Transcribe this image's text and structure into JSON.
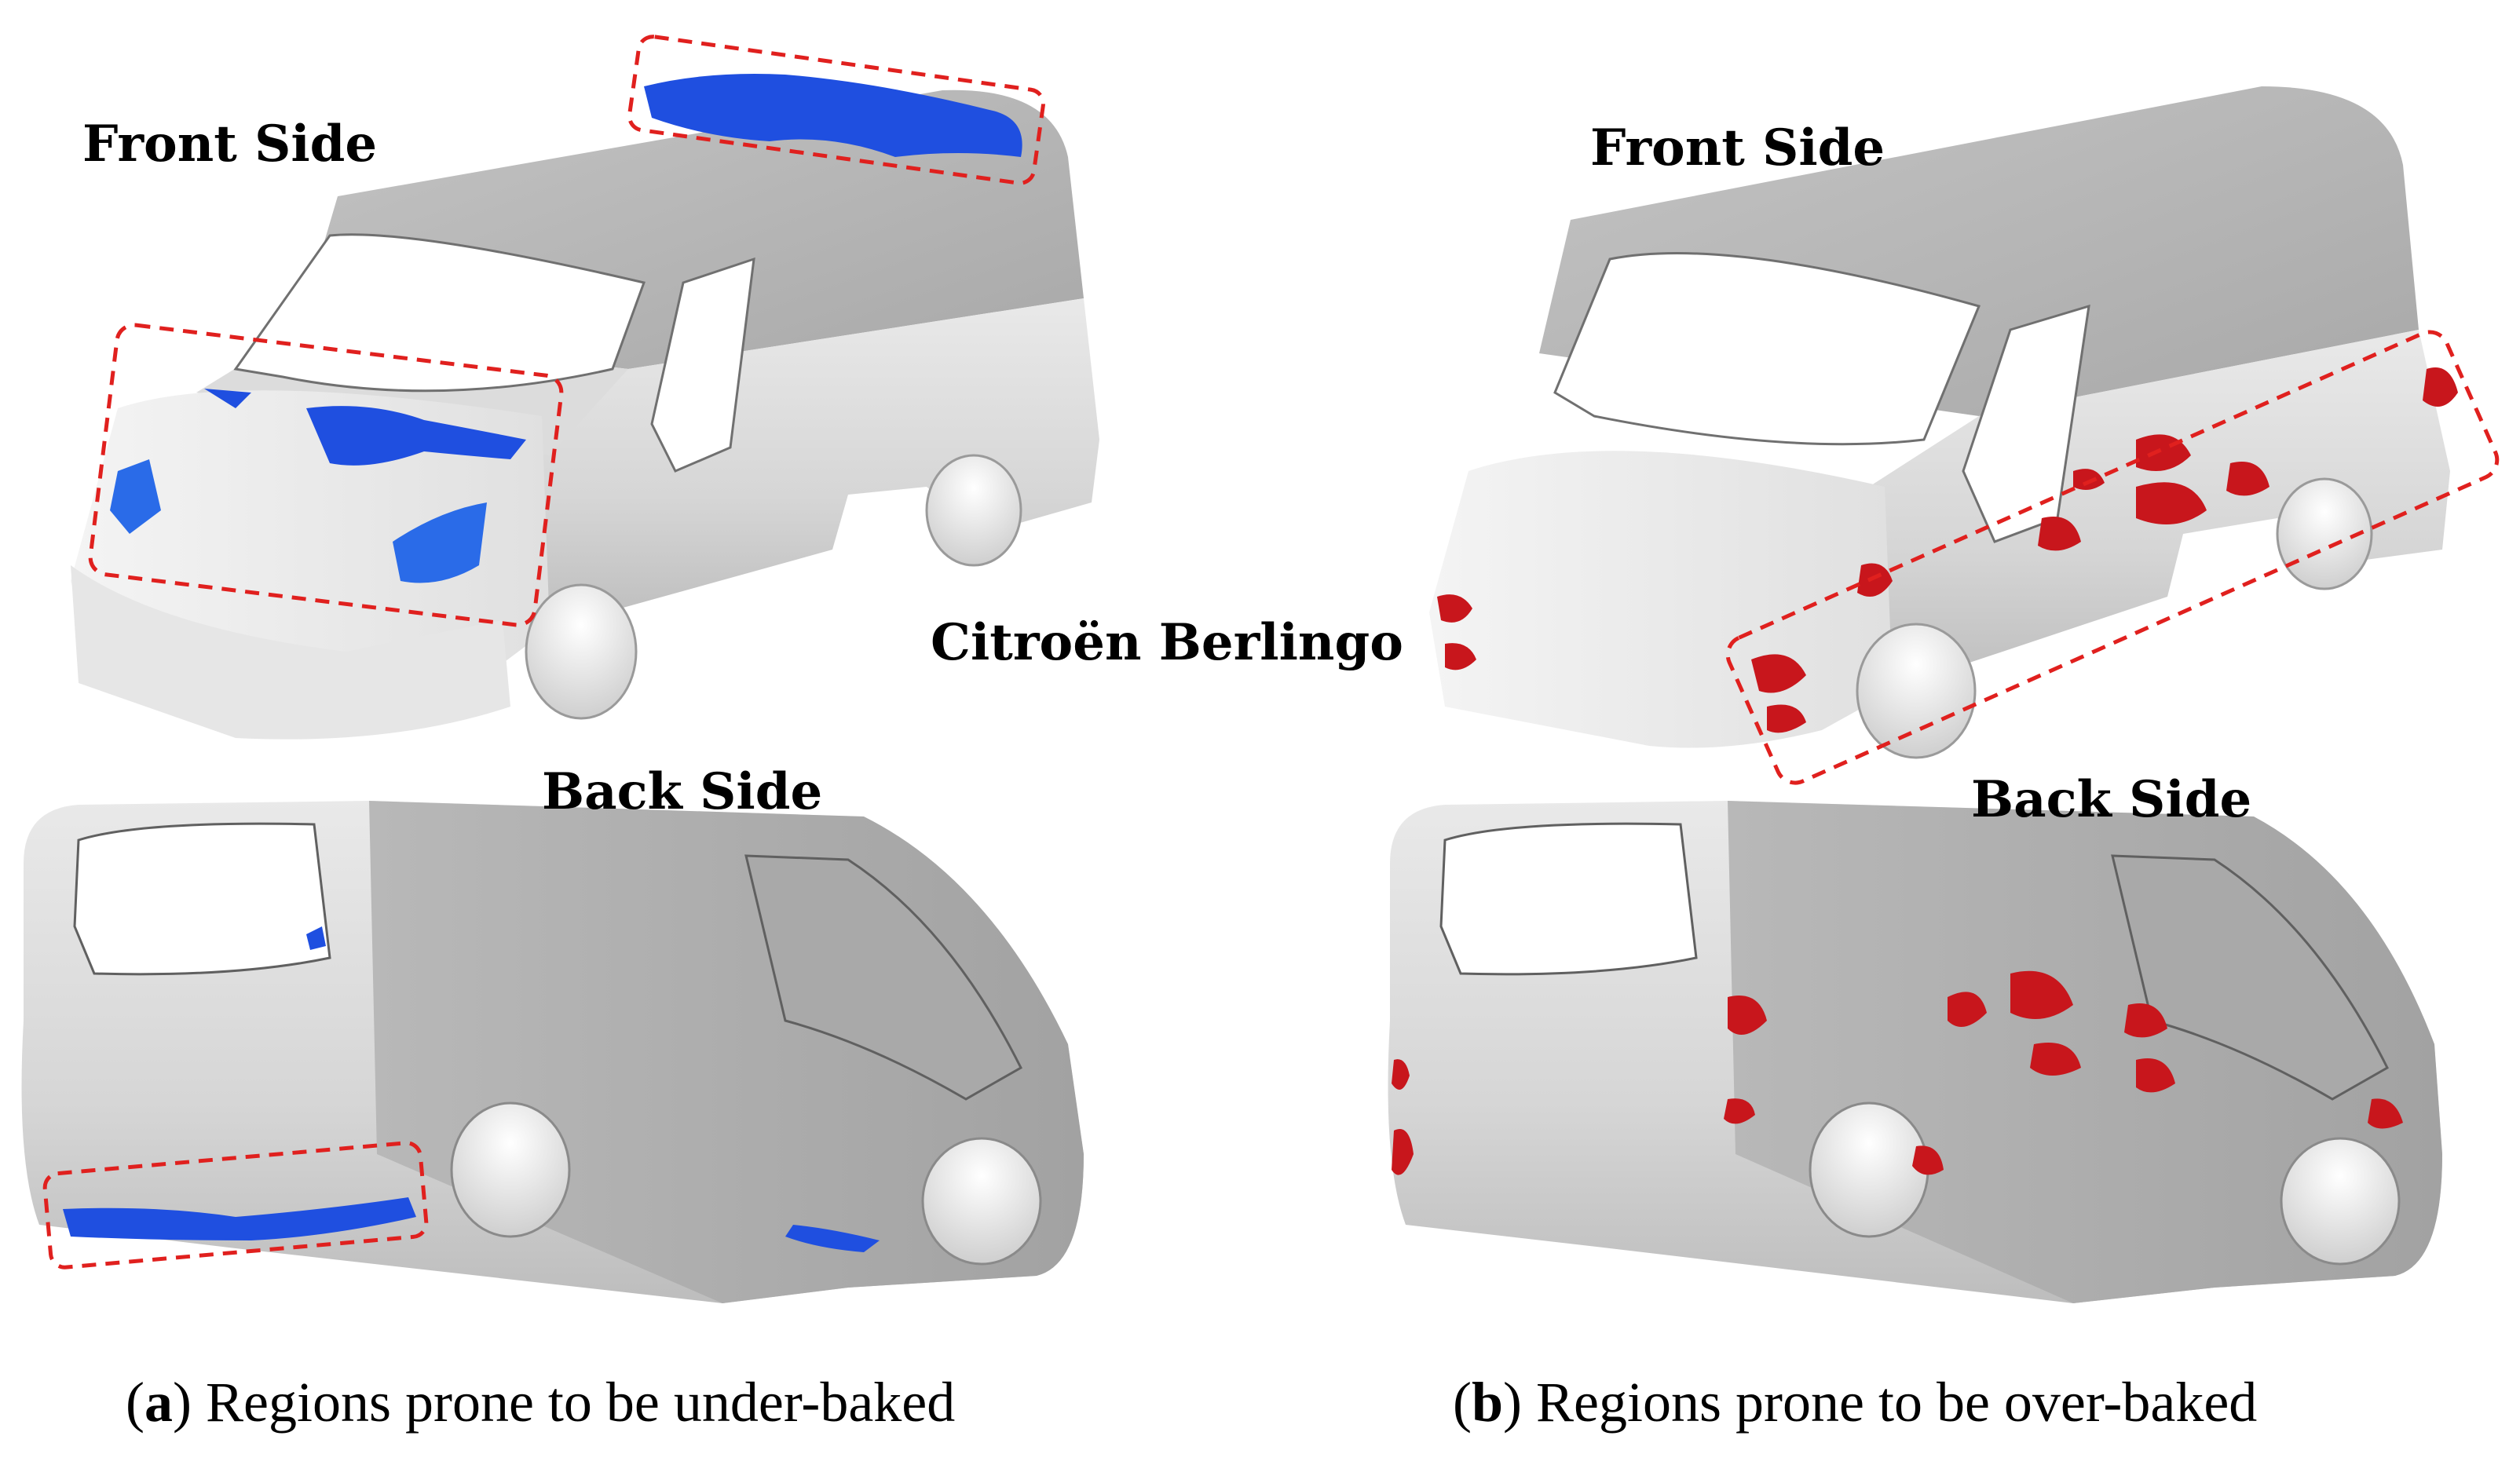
{
  "labels": {
    "front_side_a": "Front Side",
    "back_side_a": "Back Side",
    "front_side_b": "Front Side",
    "back_side_b": "Back Side",
    "vehicle_name": "Citroën Berlingo"
  },
  "captions": {
    "a_letter": "a",
    "a_text": " Regions prone to be under-baked",
    "b_letter": "b",
    "b_text": " Regions prone to be over-baked",
    "open_paren": "(",
    "close_paren": ")"
  },
  "colors": {
    "body_light": "#f2f2f2",
    "body_mid": "#d0d0d0",
    "body_dark": "#a9a9a9",
    "under_baked": "#1f4fe0",
    "over_baked": "#c8161c",
    "highlight_box": "#e0201e"
  }
}
